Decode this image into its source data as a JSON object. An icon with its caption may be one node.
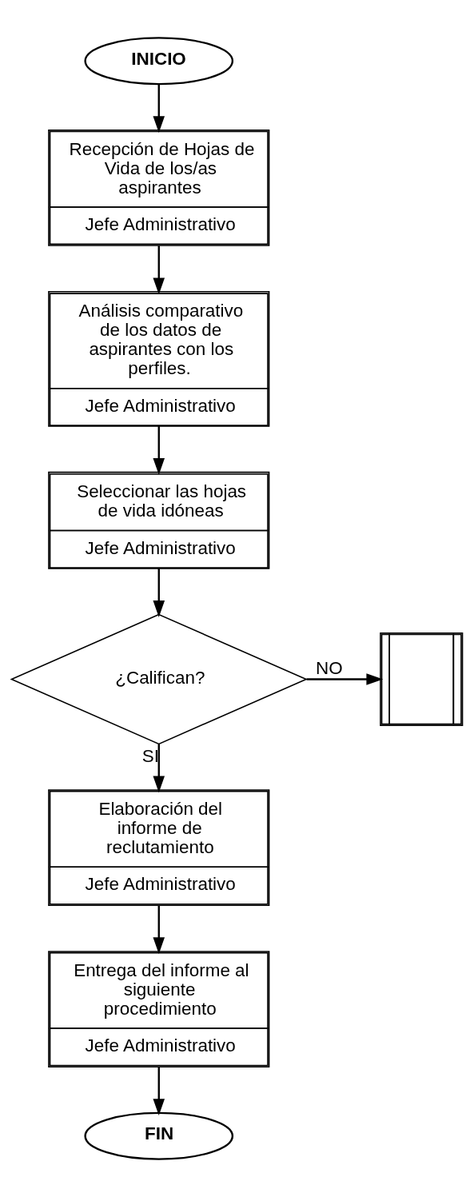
{
  "diagram": {
    "nodes": [
      {
        "text": [
          "INICIO"
        ]
      },
      {
        "text": [
          "Recepción de Hojas de Vida de los/as aspirantes",
          "Jefe Administrativo"
        ]
      },
      {
        "text": [
          "Análisis comparativo de los datos de aspirantes con los perfiles.",
          "Jefe Administrativo"
        ]
      },
      {
        "text": [
          "Seleccionar las hojas de vida idóneas",
          "Jefe Administrativo"
        ]
      },
      {
        "text": [
          "¿Califican?"
        ]
      },
      {
        "text": [],
        "shape": "box"
      },
      {
        "text": [
          "Elaboración del informe de reclutamiento",
          "Jefe Administrativo"
        ]
      },
      {
        "text": [
          "Entrega del informe al siguiente procedimiento",
          "Jefe Administrativo"
        ]
      },
      {
        "text": [
          "FIN"
        ]
      }
    ],
    "edges": [
      {
        "from": 0,
        "to": 1,
        "arrow": "to"
      },
      {
        "from": 1,
        "to": 2,
        "arrow": "to"
      },
      {
        "from": 2,
        "to": 3,
        "arrow": "to"
      },
      {
        "from": 3,
        "to": 4,
        "arrow": "to"
      },
      {
        "from": 4,
        "to": 5,
        "arrow": "to",
        "label": "NO"
      },
      {
        "from": 4,
        "to": 6,
        "arrow": "to",
        "label": "SI"
      },
      {
        "from": 6,
        "to": 7,
        "arrow": "to"
      },
      {
        "from": 7,
        "to": 8,
        "arrow": "to"
      }
    ]
  }
}
